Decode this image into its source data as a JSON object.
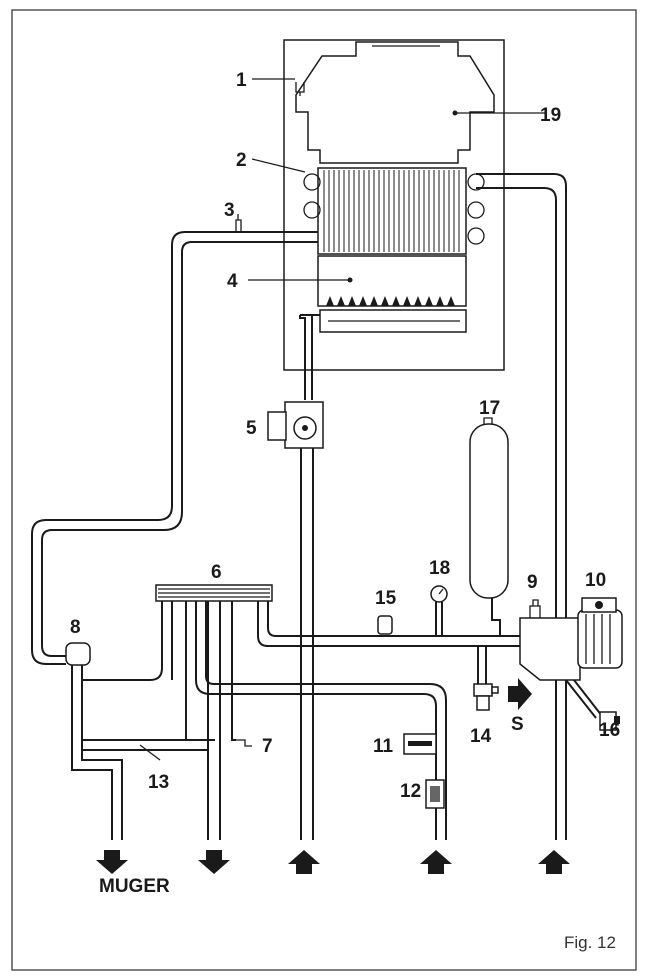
{
  "figure_label": "Fig. 12",
  "outlet_label": "MUGER",
  "side_label": "S",
  "callouts": [
    "1",
    "2",
    "3",
    "4",
    "5",
    "6",
    "7",
    "8",
    "9",
    "10",
    "11",
    "12",
    "13",
    "14",
    "15",
    "16",
    "17",
    "18",
    "19"
  ]
}
